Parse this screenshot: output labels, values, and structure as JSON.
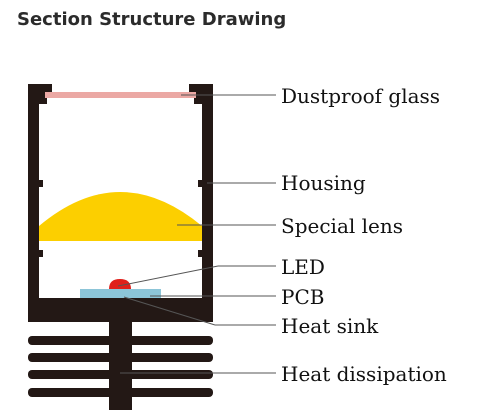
{
  "title": "Section Structure Drawing",
  "labels": {
    "dustproof_glass": "Dustproof glass",
    "housing": "Housing",
    "special_lens": "Special lens",
    "led": "LED",
    "pcb": "PCB",
    "heat_sink": "Heat sink",
    "heat_dissipation": "Heat dissipation"
  },
  "colors": {
    "housing": "#231815",
    "glass": "#eba8a4",
    "lens": "#fccf00",
    "led": "#e0201b",
    "pcb": "#8cc5d8",
    "leader_line": "#555555"
  }
}
